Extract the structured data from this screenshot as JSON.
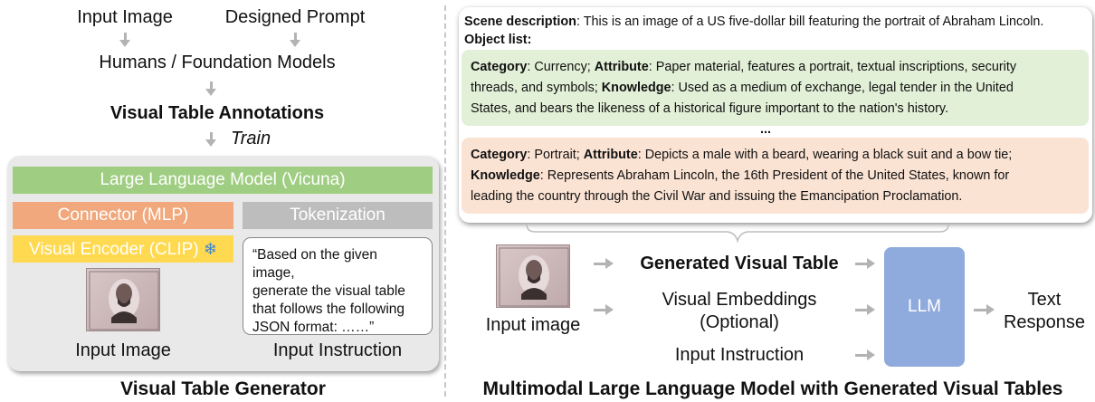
{
  "left_flow": {
    "input_image": "Input Image",
    "designed_prompt": "Designed Prompt",
    "annotators": "Humans / Foundation Models",
    "annotations": "Visual Table Annotations",
    "train": "Train"
  },
  "generator": {
    "llm": "Large Language Model (Vicuna)",
    "connector": "Connector (MLP)",
    "tokenization": "Tokenization",
    "visual_encoder": "Visual Encoder (CLIP)",
    "frozen_icon": "snowflake-icon",
    "instruction_lines": [
      "“Based on the given image,",
      "generate the visual table",
      "that follows the following",
      "JSON format: ……”"
    ],
    "input_image_label": "Input Image",
    "input_instruction_label": "Input Instruction",
    "title": "Visual Table Generator"
  },
  "visual_table": {
    "scene_label": "Scene description",
    "scene_text": ": This is an image of a US five-dollar bill featuring the portrait of Abraham Lincoln.",
    "object_list_label": "Object list:",
    "objects": [
      {
        "l1_cat": "Category",
        "l1_a": ": Currency; ",
        "l1_attr": "Attribute",
        "l1_b": ": Paper material, features a portrait, textual inscriptions, security",
        "l2_a": "threads, and symbols; ",
        "l2_know": "Knowledge",
        "l2_b": ": Used as a medium of exchange, legal tender in the United",
        "l3": "States, and bears the likeness of a historical figure important to the nation's history."
      },
      {
        "l1_cat": "Category",
        "l1_a": ": Portrait; ",
        "l1_attr": "Attribute",
        "l1_b": ": Depicts a male with a beard, wearing a black suit and a bow tie;",
        "l2_know": "Knowledge",
        "l2_b": ": Represents Abraham Lincoln, the 16th President of the United States, known for",
        "l3": "leading the country through the Civil War and issuing the Emancipation Proclamation."
      }
    ],
    "ellipsis": "..."
  },
  "mllm": {
    "input_image_label": "Input image",
    "generated_table": "Generated Visual Table",
    "visual_embeddings": "Visual Embeddings",
    "optional": "(Optional)",
    "input_instruction": "Input Instruction",
    "llm": "LLM",
    "text": "Text",
    "response": "Response",
    "title": "Multimodal Large Language Model with Generated Visual Tables"
  }
}
